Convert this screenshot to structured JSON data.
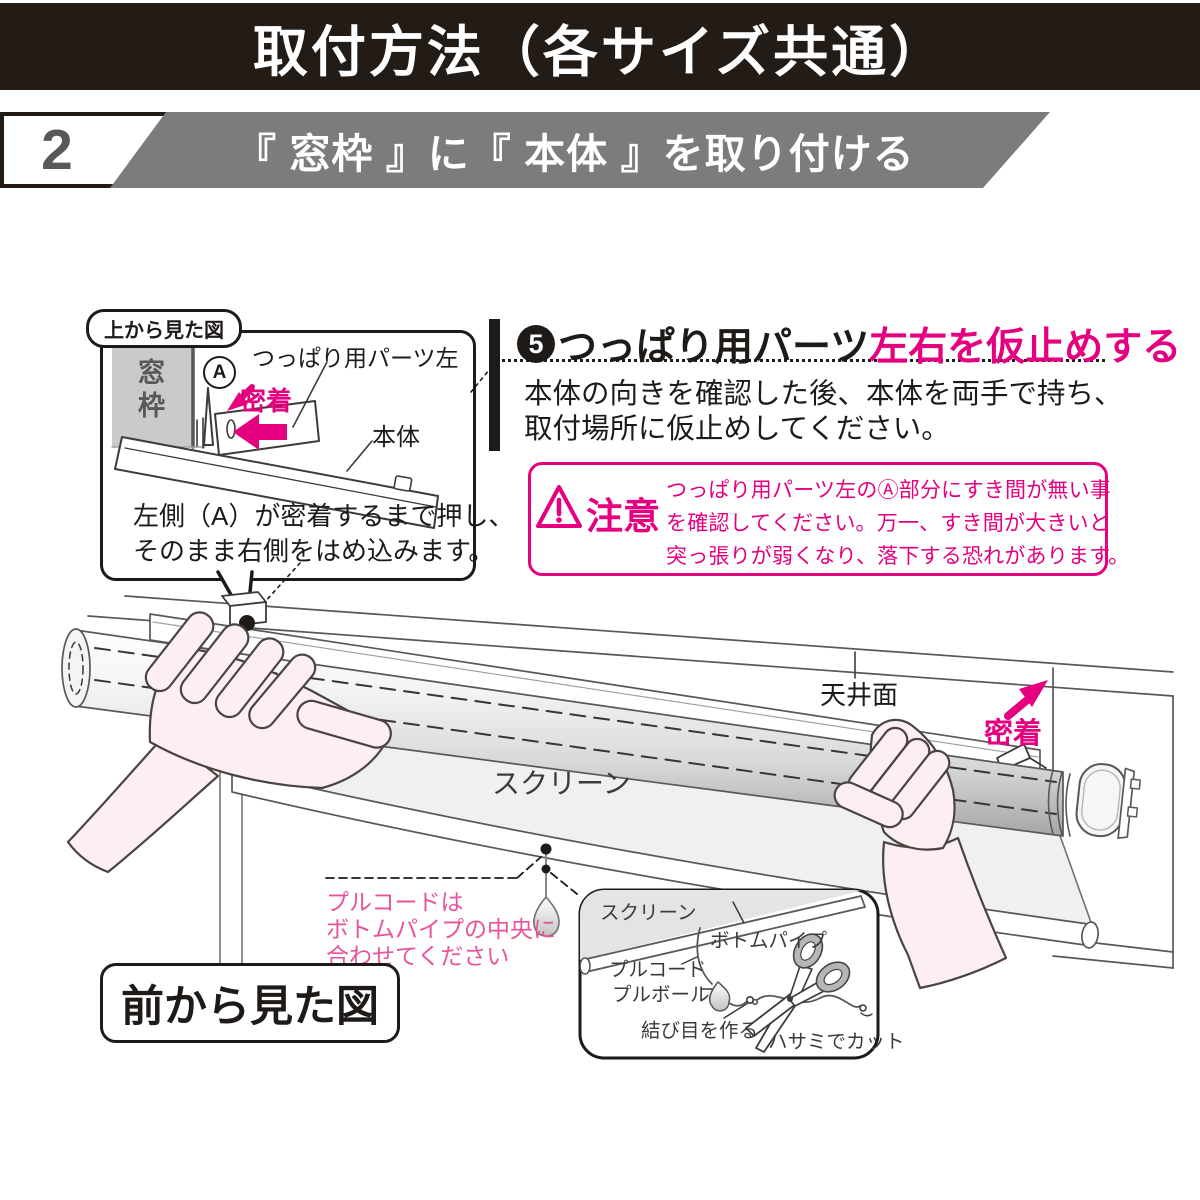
{
  "colors": {
    "pink": "#e4007f",
    "soft_pink": "#e8549b",
    "banner_gray": "#7d7c7c",
    "ink": "#1e1a18",
    "gray_text": "#595757"
  },
  "header": {
    "title": "取付方法（各サイズ共通）"
  },
  "step_banner": {
    "number": "2",
    "title": "『 窓枠 』に『 本体 』を取り付ける"
  },
  "top_view": {
    "tag": "上から見た図",
    "window_frame": "窓枠",
    "marker_a": "A",
    "adhere": "密着",
    "part_label": "つっぱり用パーツ左",
    "body_label": "本体",
    "caption_line1": "左側（A）が密着するまで押し、",
    "caption_line2": "そのまま右側をはめ込みます。"
  },
  "step5": {
    "number": "5",
    "heading_black": "つっぱり用パーツ",
    "heading_pink": "左右を仮止めする",
    "body_line1": "本体の向きを確認した後、本体を両手で持ち、",
    "body_line2": "取付場所に仮止めしてください。"
  },
  "caution": {
    "label": "注意",
    "line1": "つっぱり用パーツ左のⒶ部分にすき間が無い事",
    "line2": "を確認してください。万一、すき間が大きいと",
    "line3": "突っ張りが弱くなり、落下する恐れがあります。"
  },
  "illustration": {
    "ceiling": "天井面",
    "adhere": "密着",
    "screen": "スクリーン",
    "cord_note_line1": "プルコードは",
    "cord_note_line2": "ボトムパイプの中央に",
    "cord_note_line3": "合わせてください",
    "front_view": "前から見た図"
  },
  "inset": {
    "screen": "スクリーン",
    "bottom_pipe": "ボトムパイプ",
    "pull_cord": "プルコード",
    "pull_ball": "プルボール",
    "knot": "結び目を作る",
    "cut": "ハサミでカット"
  }
}
